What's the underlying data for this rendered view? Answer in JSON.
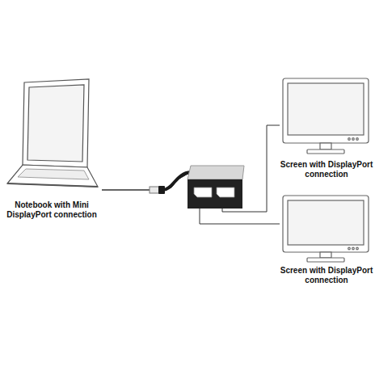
{
  "diagram": {
    "nodes": [
      {
        "text": [
          "Notebook with Mini DisplayPort connection"
        ]
      },
      {
        "text": [
          "Screen with DisplayPort connection"
        ]
      },
      {
        "text": [
          "Screen with DisplayPort connection"
        ]
      }
    ],
    "edges": [
      {
        "from": 0,
        "to": 1,
        "arrow": "none"
      },
      {
        "from": 0,
        "to": 2,
        "arrow": "none"
      }
    ]
  }
}
